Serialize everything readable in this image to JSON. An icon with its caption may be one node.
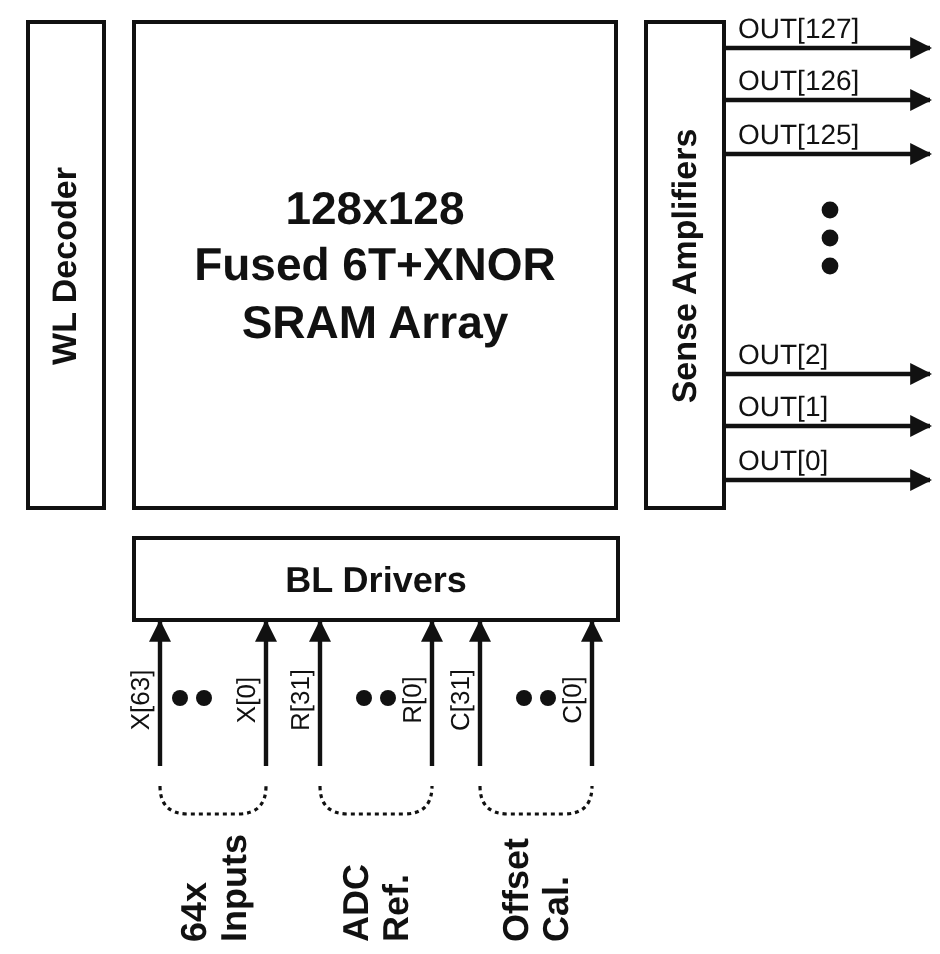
{
  "diagram": {
    "nodes": [
      {
        "text": [
          "WL Decoder"
        ]
      },
      {
        "text": [
          "128x128",
          "Fused 6T+XNOR SRAM Array"
        ]
      },
      {
        "text": [
          "Sense Amplifiers"
        ]
      },
      {
        "text": [
          "BL Drivers"
        ]
      }
    ],
    "edges": [
      {
        "from": 2,
        "to": null,
        "arrow": "to",
        "label": "OUT[127]"
      },
      {
        "from": 2,
        "to": null,
        "arrow": "to",
        "label": "OUT[126]"
      },
      {
        "from": 2,
        "to": null,
        "arrow": "to",
        "label": "OUT[125]"
      },
      {
        "from": 2,
        "to": null,
        "arrow": "to",
        "label": "OUT[2]"
      },
      {
        "from": 2,
        "to": null,
        "arrow": "to",
        "label": "OUT[1]"
      },
      {
        "from": 2,
        "to": null,
        "arrow": "to",
        "label": "OUT[0]"
      },
      {
        "from": null,
        "to": 3,
        "arrow": "to",
        "label": "X[63]"
      },
      {
        "from": null,
        "to": 3,
        "arrow": "to",
        "label": "X[0]"
      },
      {
        "from": null,
        "to": 3,
        "arrow": "to",
        "label": "R[31]"
      },
      {
        "from": null,
        "to": 3,
        "arrow": "to",
        "label": "R[0]"
      },
      {
        "from": null,
        "to": 3,
        "arrow": "to",
        "label": "C[31]"
      },
      {
        "from": null,
        "to": 3,
        "arrow": "to",
        "label": "C[0]"
      }
    ],
    "labels": [
      "64x Inputs",
      "ADC Ref.",
      "Offset Cal."
    ]
  }
}
